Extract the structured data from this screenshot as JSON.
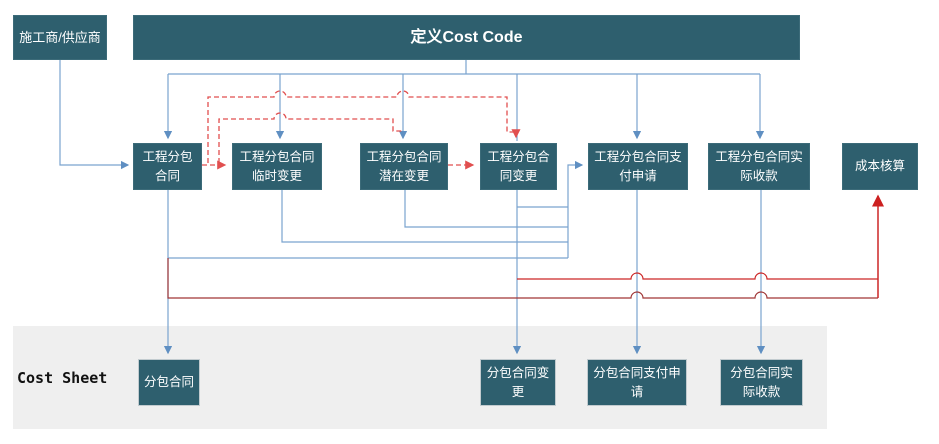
{
  "diagram": {
    "supplier": {
      "label": "施工商/供应商"
    },
    "header": {
      "label": "定义Cost Code"
    },
    "process_row": [
      {
        "label": "工程分包合同"
      },
      {
        "label": "工程分包合同临时变更"
      },
      {
        "label": "工程分包合同潜在变更"
      },
      {
        "label": "工程分包合同变更"
      },
      {
        "label": "工程分包合同支付申请"
      },
      {
        "label": "工程分包合同实际收款"
      },
      {
        "label": "成本核算"
      }
    ],
    "cost_sheet": {
      "label": "Cost Sheet",
      "nodes": [
        {
          "label": "分包合同"
        },
        {
          "label": "分包合同变更"
        },
        {
          "label": "分包合同支付申请"
        },
        {
          "label": "分包合同实际收款"
        }
      ]
    },
    "colors": {
      "node_fill": "#2e5f6e",
      "band_fill": "#efefef",
      "flow_blue": "#6f9cca",
      "dashed_red": "#e14f4f",
      "solid_red_bright": "#cc2626",
      "solid_red_dark": "#a03636"
    }
  }
}
